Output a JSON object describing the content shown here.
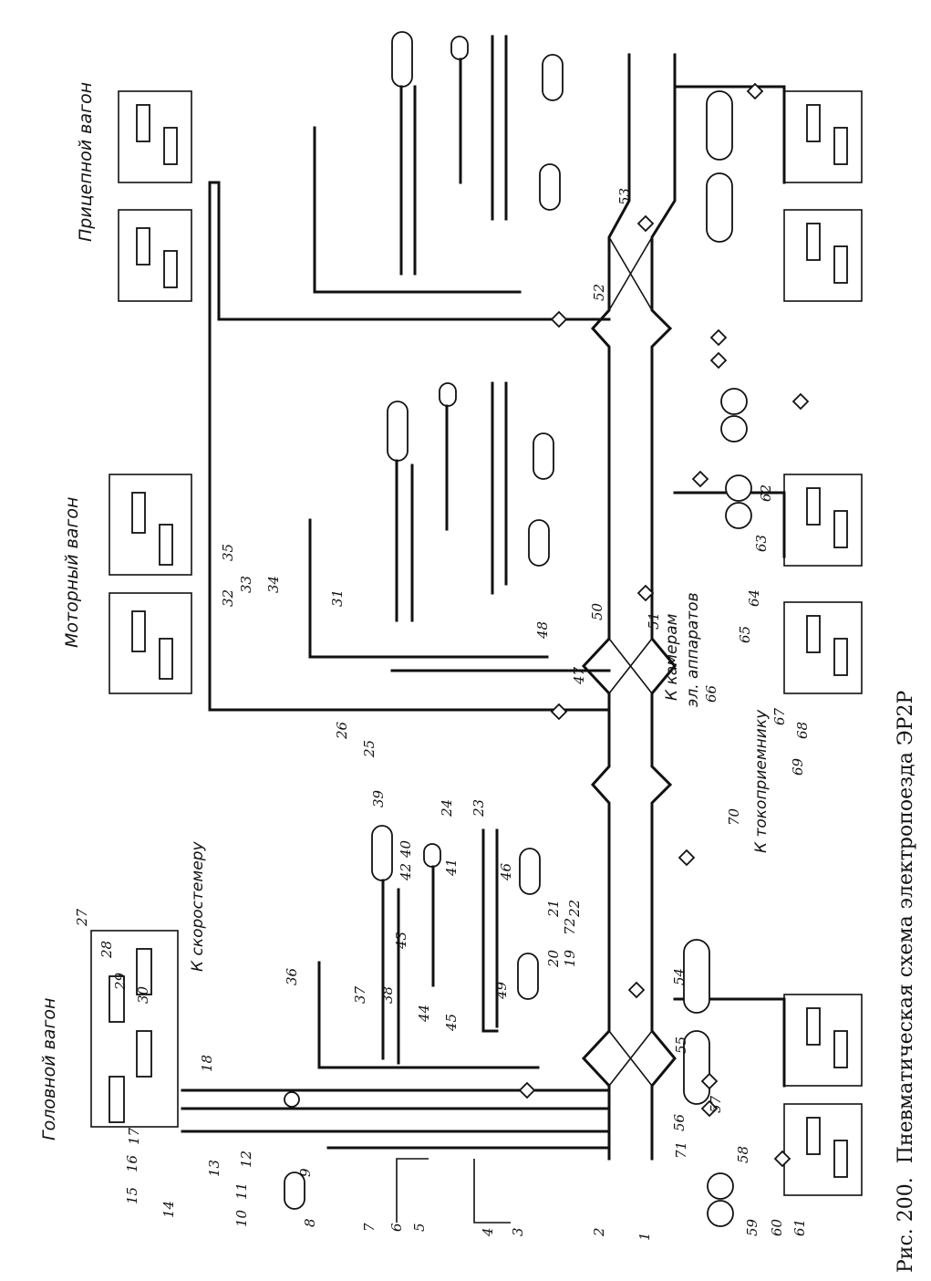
{
  "caption": {
    "figure_number": "Рис. 200.",
    "title": "Пневматическая схема электропоезда ЭР2Р"
  },
  "cars": [
    {
      "id": "head",
      "label": "Головной вагон"
    },
    {
      "id": "motor",
      "label": "Моторный вагон"
    },
    {
      "id": "trailer",
      "label": "Прицепной вагон"
    }
  ],
  "notes": {
    "speedometer": "К скоростемеру",
    "chambers": "К камерам",
    "apparatus": "эл. аппаратов",
    "pantograph": "К токоприемнику"
  },
  "callouts": {
    "head": [
      "1",
      "2",
      "3",
      "4",
      "5",
      "6",
      "7",
      "8",
      "9",
      "10",
      "11",
      "12",
      "13",
      "14",
      "15",
      "16",
      "17",
      "18",
      "19",
      "20",
      "21",
      "22",
      "23",
      "24",
      "27",
      "28",
      "29",
      "30",
      "31",
      "32",
      "33",
      "34",
      "36",
      "37",
      "38",
      "39",
      "40",
      "41",
      "42",
      "43",
      "44",
      "45",
      "46",
      "49",
      "54",
      "55",
      "56",
      "57",
      "58",
      "59",
      "60",
      "61",
      "71",
      "72"
    ],
    "motor": [
      "9",
      "18",
      "19",
      "21",
      "25",
      "26",
      "27",
      "28",
      "29",
      "30",
      "31",
      "32",
      "33",
      "34",
      "35",
      "36",
      "37",
      "38",
      "39",
      "40",
      "41",
      "42",
      "43",
      "44",
      "45",
      "46",
      "47",
      "48",
      "49",
      "50",
      "51",
      "56",
      "62",
      "63",
      "64",
      "65",
      "66",
      "67",
      "68",
      "69",
      "70",
      "72"
    ],
    "trailer": [
      "43",
      "52",
      "53",
      "54",
      "55",
      "56",
      "57",
      "58",
      "59",
      "60",
      "61",
      "71",
      "72"
    ]
  },
  "labels": {
    "l1": "1",
    "l2": "2",
    "l3": "3",
    "l4": "4",
    "l5": "5",
    "l6": "6",
    "l7": "7",
    "l8": "8",
    "l9": "9",
    "l10": "10",
    "l11": "11",
    "l12": "12",
    "l13": "13",
    "l14": "14",
    "l15": "15",
    "l16": "16",
    "l17": "17",
    "l18": "18",
    "l19": "19",
    "l20": "20",
    "l21": "21",
    "l22": "22",
    "l23": "23",
    "l24": "24",
    "l25": "25",
    "l26": "26",
    "l27": "27",
    "l28": "28",
    "l29": "29",
    "l30": "30",
    "l31": "31",
    "l32": "32",
    "l33": "33",
    "l34": "34",
    "l35": "35",
    "l36": "36",
    "l37": "37",
    "l38": "38",
    "l39": "39",
    "l40": "40",
    "l41": "41",
    "l42": "42",
    "l43": "43",
    "l44": "44",
    "l45": "45",
    "l46": "46",
    "l47": "47",
    "l48": "48",
    "l49": "49",
    "l50": "50",
    "l51": "51",
    "l52": "52",
    "l53": "53",
    "l54": "54",
    "l55": "55",
    "l56": "56",
    "l57": "57",
    "l58": "58",
    "l59": "59",
    "l60": "60",
    "l61": "61",
    "l62": "62",
    "l63": "63",
    "l64": "64",
    "l65": "65",
    "l66": "66",
    "l67": "67",
    "l68": "68",
    "l69": "69",
    "l70": "70",
    "l71": "71",
    "l72": "72"
  }
}
